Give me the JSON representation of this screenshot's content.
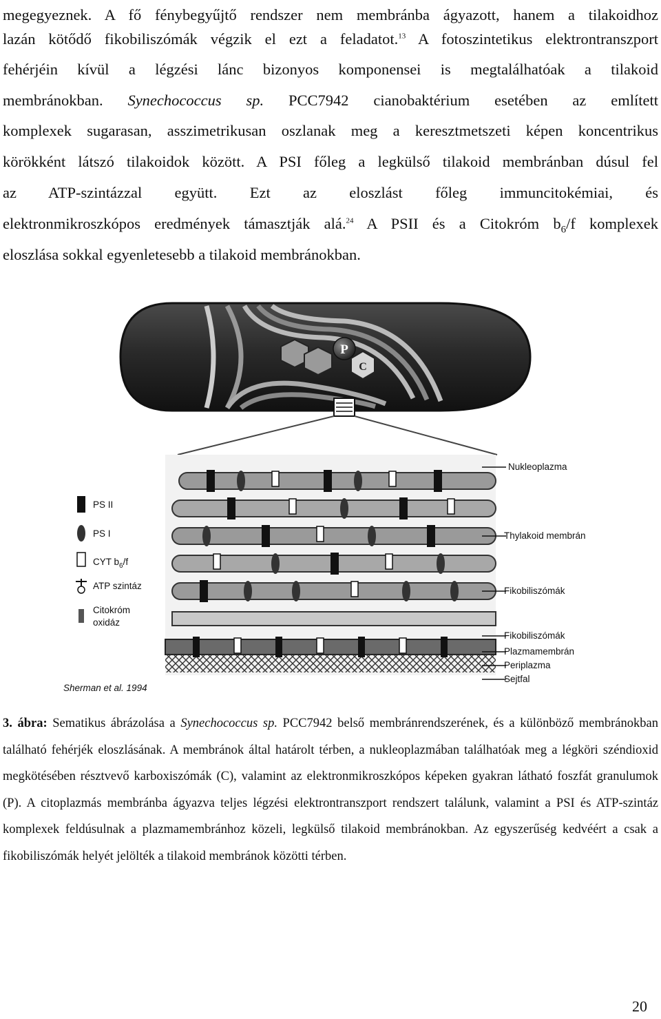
{
  "paragraph": {
    "l1": "megegyeznek. A fő fénybegyűjtő rendszer nem membránba ágyazott, hanem a tilakoidhoz",
    "l2a": "lazán kötődő fikobiliszómák végzik el ezt a feladatot.",
    "l2sup": "13",
    "l2b": " A fotoszintetikus elektrontranszport",
    "l3": "fehérjéin kívül a légzési lánc bizonyos komponensei is megtalálhatóak a tilakoid",
    "l4a": "membránokban. ",
    "l4i": "Synechococcus sp.",
    "l4b": " PCC7942 cianobaktérium esetében az említett",
    "l5": "komplexek sugarasan, asszimetrikusan oszlanak meg a keresztmetszeti képen koncentrikus",
    "l6": "körökként látszó tilakoidok között. A PSI főleg a legkülső tilakoid membránban dúsul fel",
    "l7": "az ATP-szintázzal együtt. Ezt az eloszlást főleg immuncitokémiai, és",
    "l8a": "elektronmikroszkópos eredmények támasztják alá.",
    "l8sup": "24",
    "l8b": " A PSII és a Citokróm b",
    "l8sub": "6",
    "l8c": "/f komplexek",
    "l9": "eloszlása sokkal egyenletesebb a tilakoid membránokban."
  },
  "figure": {
    "granule_p": "P",
    "granule_c": "C",
    "legend": {
      "psii": "PS II",
      "psi": "PS I",
      "cyt": "CYT b",
      "cyt_sub": "6",
      "cyt_tail": "/f",
      "atp": "ATP szintáz",
      "cox1": "Citokróm",
      "cox2": "oxidáz"
    },
    "labels": {
      "nukleo": "Nukleoplazma",
      "thylakoid": "Thylakoid membrán",
      "fiko1": "Fikobiliszómák",
      "fiko2": "Fikobiliszómák",
      "plazma": "Plazmamembrán",
      "peri": "Periplazma",
      "sejtfal": "Sejtfal"
    },
    "credit": "Sherman et al. 1994"
  },
  "caption": {
    "num": "3. ábra:",
    "t1": " Sematikus ábrázolása a ",
    "t1i": "Synechococcus sp.",
    "t2": " PCC7942 belső membránrendszerének, és a különböző membránokban található fehérjék eloszlásának. A membránok által határolt térben, a nukleoplazmában találhatóak meg a légköri széndioxid megkötésében résztvevő karboxiszómák (C), valamint az elektronmikroszkópos képeken gyakran látható foszfát granulumok (P). A citoplazmás membránba ágyazva teljes légzési elektrontranszport rendszert találunk, valamint a PSI és ATP-szintáz komplexek feldúsulnak a plazmamembránhoz közeli, legkülső tilakoid membránokban. Az egyszerűség kedvéért a csak a fikobiliszómák helyét jelölték a tilakoid membránok közötti térben."
  },
  "page_number": "20"
}
